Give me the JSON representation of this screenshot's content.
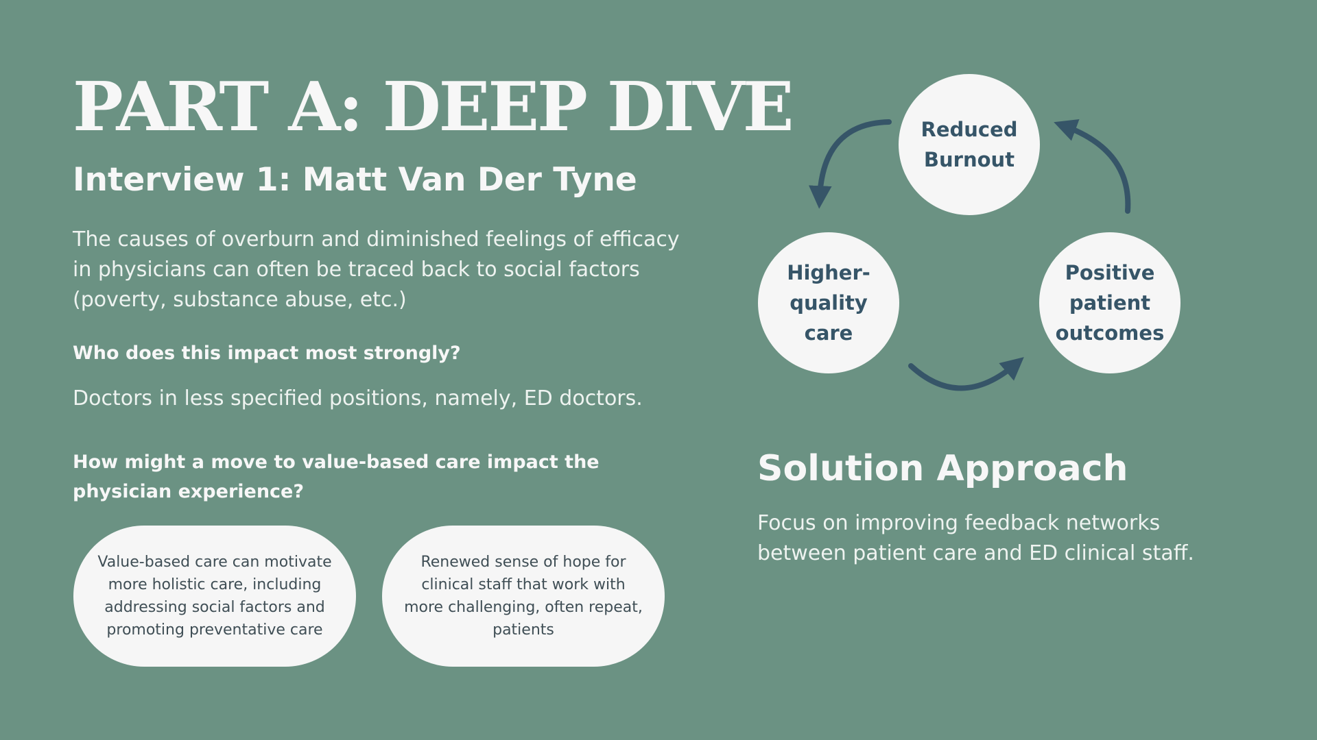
{
  "slide": {
    "title": "PART A: DEEP DIVE",
    "subtitle": "Interview 1: Matt Van Der Tyne",
    "intro": "The causes of overburn and diminished feelings of efficacy in physicians can often be traced back to social factors (poverty, substance abuse, etc.)",
    "question1": "Who does this impact most strongly?",
    "answer1": "Doctors in less specified positions, namely, ED doctors.",
    "question2": "How might a move to value-based care impact the physician experience?",
    "cards": [
      {
        "text": "Value-based care can motivate more holistic care, including addressing social factors and promoting preventative care"
      },
      {
        "text": "Renewed sense of hope for clinical staff that work with more challenging, often repeat, patients"
      }
    ]
  },
  "cycle": {
    "nodes": [
      {
        "label": "Reduced Burnout"
      },
      {
        "label": "Higher-quality care"
      },
      {
        "label": "Positive patient outcomes"
      }
    ],
    "arrow_color": "#365568"
  },
  "solution": {
    "title": "Solution Approach",
    "text": "Focus on improving feedback networks between patient care and ED clinical staff."
  },
  "colors": {
    "background": "#6b9283",
    "card": "#f6f6f6",
    "dark_text": "#365568"
  }
}
